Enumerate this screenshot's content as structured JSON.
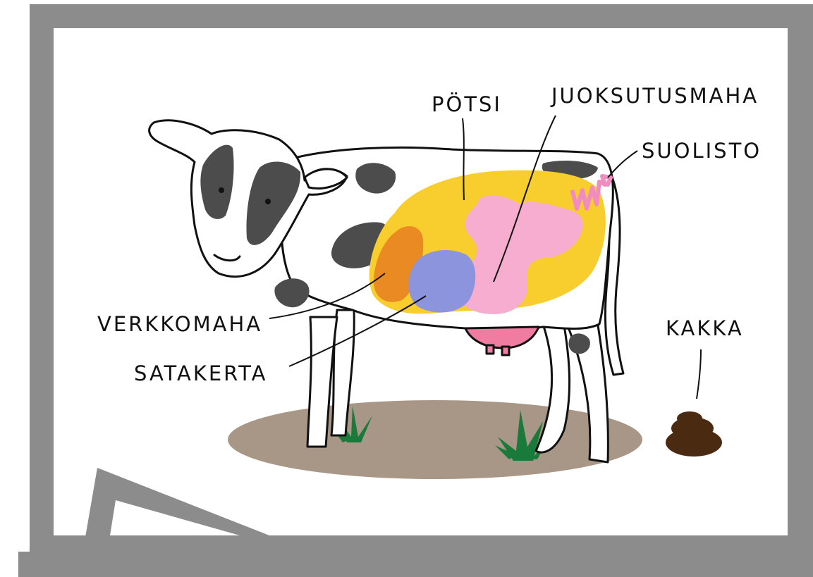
{
  "labels": {
    "potsi": "PÖTSI",
    "juoksutusmaha": "JUOKSUTUSMAHA",
    "suolisto": "SUOLISTO",
    "verkkomaha": "VERKKOMAHA",
    "satakerta": "SATAKERTA",
    "kakka": "KAKKA"
  },
  "colors": {
    "frame": "#8c8c8c",
    "ground": "#a89786",
    "potsi": "#f8cd2e",
    "juoksutusmaha": "#f6adcf",
    "suolisto": "#f28cc0",
    "verkkomaha": "#ea8a22",
    "satakerta": "#8d94de",
    "udder": "#f07ca2",
    "spots": "#4c4c4c",
    "grass": "#1a7a3c",
    "poop": "#4a2a10"
  }
}
